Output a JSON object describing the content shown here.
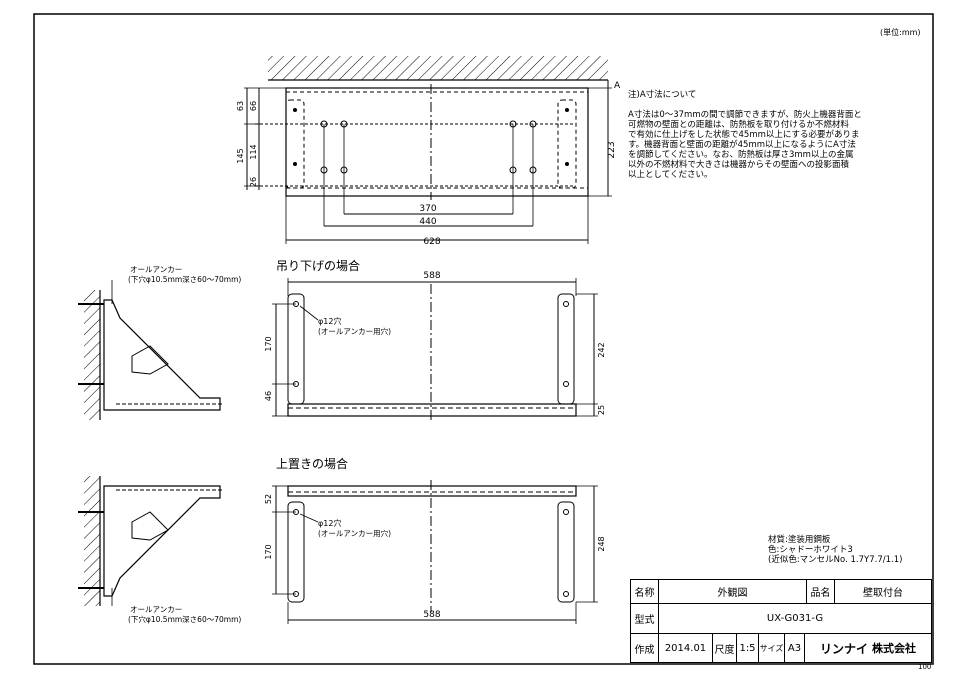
{
  "unit_label": "(単位:mm)",
  "notes": {
    "heading": "注)A寸法について",
    "body": "A寸法は0～37mmの間で調節できますが、防火上機器背面と\n可燃物の壁面との距離は、防熱板を取り付けるか不燃材料\nで有効に仕上げをした状態で45mm以上にする必要がありま\nす。機器背面と壁面の距離が45mm以上になるようにA寸法\nを調節してください。なお、防熱板は厚さ3mm以上の金属\n以外の不燃材料で大きさは機器からその壁面への投影面積\n以上としてください。"
  },
  "top_view": {
    "dim_A": "A",
    "dim_63": "63",
    "dim_66": "66",
    "dim_145": "145",
    "dim_114": "114",
    "dim_26": "26",
    "dim_223": "223",
    "dim_370": "370",
    "dim_440": "440",
    "dim_628": "628"
  },
  "hanging": {
    "title": "吊り下げの場合",
    "dim_588": "588",
    "dim_170": "170",
    "dim_46": "46",
    "dim_242": "242",
    "dim_25": "25",
    "hole_label": "φ12穴",
    "hole_sub": "(オールアンカー用穴)",
    "anchor_title": "オールアンカー",
    "anchor_sub": "(下穴φ10.5mm深さ60～70mm)"
  },
  "placing": {
    "title": "上置きの場合",
    "dim_588": "588",
    "dim_52": "52",
    "dim_170": "170",
    "dim_248": "248",
    "hole_label": "φ12穴",
    "hole_sub": "(オールアンカー用穴)",
    "anchor_title": "オールアンカー",
    "anchor_sub": "(下穴φ10.5mm深さ60～70mm)"
  },
  "material": {
    "line1": "材質:塗装用鋼板",
    "line2": "色:シャドーホワイト3",
    "line3": "(近似色:マンセルNo. 1.7Y7.7/1.1)"
  },
  "title_block": {
    "name_label": "名称",
    "name_value": "外観図",
    "product_label": "品名",
    "product_value": "壁取付台",
    "model_label": "型式",
    "model_value": "UX-G031-G",
    "made_label": "作成",
    "date": "2014.01",
    "scale_label": "尺度",
    "scale_value": "1:5",
    "size_label": "サイズ",
    "size_value": "A3",
    "company": "リンナイ",
    "company_suffix": "株式会社",
    "page_code": "100"
  }
}
